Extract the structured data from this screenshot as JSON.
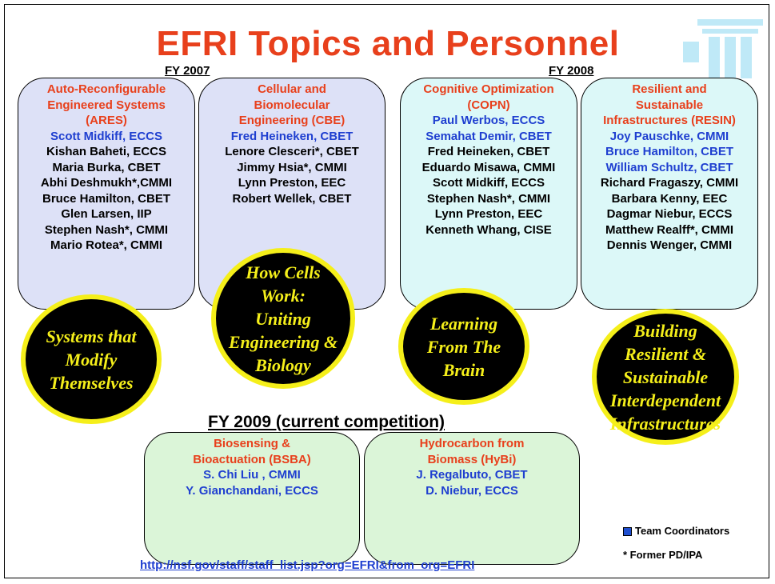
{
  "title": "EFRI Topics and Personnel",
  "fy2007": "FY 2007",
  "fy2008": "FY 2008",
  "fy2009": "FY 2009 (current competition)",
  "colors": {
    "title": "#e8401c",
    "coordinator": "#1f3fd0",
    "oval_text": "#f5ef1a"
  },
  "boxes": [
    {
      "topic": [
        "Auto-Reconfigurable",
        "Engineered Systems",
        "(ARES)"
      ],
      "coordinators": [
        "Scott Midkiff, ECCS"
      ],
      "people": [
        "Kishan Baheti, ECCS",
        "Maria Burka, CBET",
        "Abhi Deshmukh*,CMMI",
        "Bruce Hamilton, CBET",
        "Glen Larsen, IIP",
        "Stephen Nash*, CMMI",
        "Mario Rotea*, CMMI"
      ]
    },
    {
      "topic": [
        "Cellular and",
        "Biomolecular",
        "Engineering (CBE)"
      ],
      "coordinators": [
        "Fred Heineken, CBET"
      ],
      "people": [
        "Lenore Clesceri*, CBET",
        "Jimmy Hsia*, CMMI",
        "Lynn Preston, EEC",
        "Robert Wellek, CBET"
      ]
    },
    {
      "topic": [
        "Cognitive Optimization",
        "(COPN)"
      ],
      "coordinators": [
        "Paul Werbos, ECCS",
        "Semahat Demir, CBET"
      ],
      "people": [
        "Fred Heineken, CBET",
        "Eduardo Misawa, CMMI",
        "Scott Midkiff, ECCS",
        "Stephen Nash*, CMMI",
        "Lynn Preston, EEC",
        "Kenneth Whang, CISE"
      ]
    },
    {
      "topic": [
        "Resilient and",
        "Sustainable",
        "Infrastructures (RESIN)"
      ],
      "coordinators": [
        "Joy Pauschke, CMMI",
        "Bruce Hamilton, CBET",
        "William Schultz, CBET"
      ],
      "people": [
        "Richard Fragaszy, CMMI",
        "Barbara Kenny, EEC",
        "Dagmar Niebur, ECCS",
        "Matthew Realff*, CMMI",
        "Dennis Wenger, CMMI"
      ]
    },
    {
      "topic": [
        "Biosensing &",
        "Bioactuation (BSBA)"
      ],
      "coordinators": [
        "S. Chi Liu , CMMI",
        "Y. Gianchandani, ECCS"
      ],
      "people": []
    },
    {
      "topic": [
        "Hydrocarbon from",
        "Biomass (HyBi)"
      ],
      "coordinators": [
        "J. Regalbuto, CBET",
        "D. Niebur, ECCS"
      ],
      "people": []
    }
  ],
  "ovals": [
    [
      "Systems that",
      "Modify",
      "Themselves"
    ],
    [
      "How Cells",
      "Work:",
      "Uniting",
      "Engineering &",
      "Biology"
    ],
    [
      "Learning",
      "From The",
      "Brain"
    ],
    [
      "Building",
      "Resilient &",
      "Sustainable",
      "Interdependent",
      "Infrastructures"
    ]
  ],
  "legend": {
    "coordinators": "Team Coordinators",
    "former": "* Former PD/IPA"
  },
  "url": "http://nsf.gov/staff/staff_list.jsp?org=EFRI&from_org=EFRI"
}
